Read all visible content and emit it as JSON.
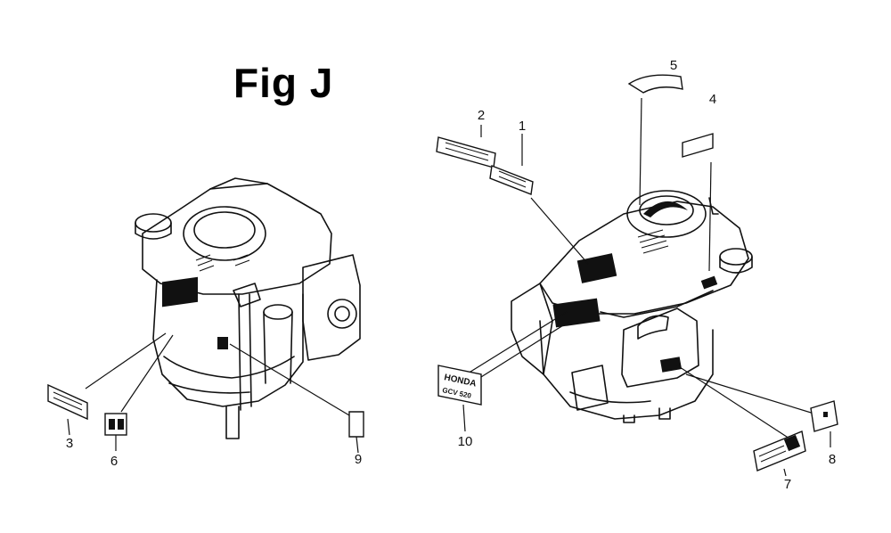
{
  "figure": {
    "title": "Fig J",
    "callouts": [
      "1",
      "2",
      "3",
      "4",
      "5",
      "6",
      "7",
      "8",
      "9",
      "10"
    ],
    "label_10_text": [
      "HONDA",
      "GCV 520"
    ]
  }
}
